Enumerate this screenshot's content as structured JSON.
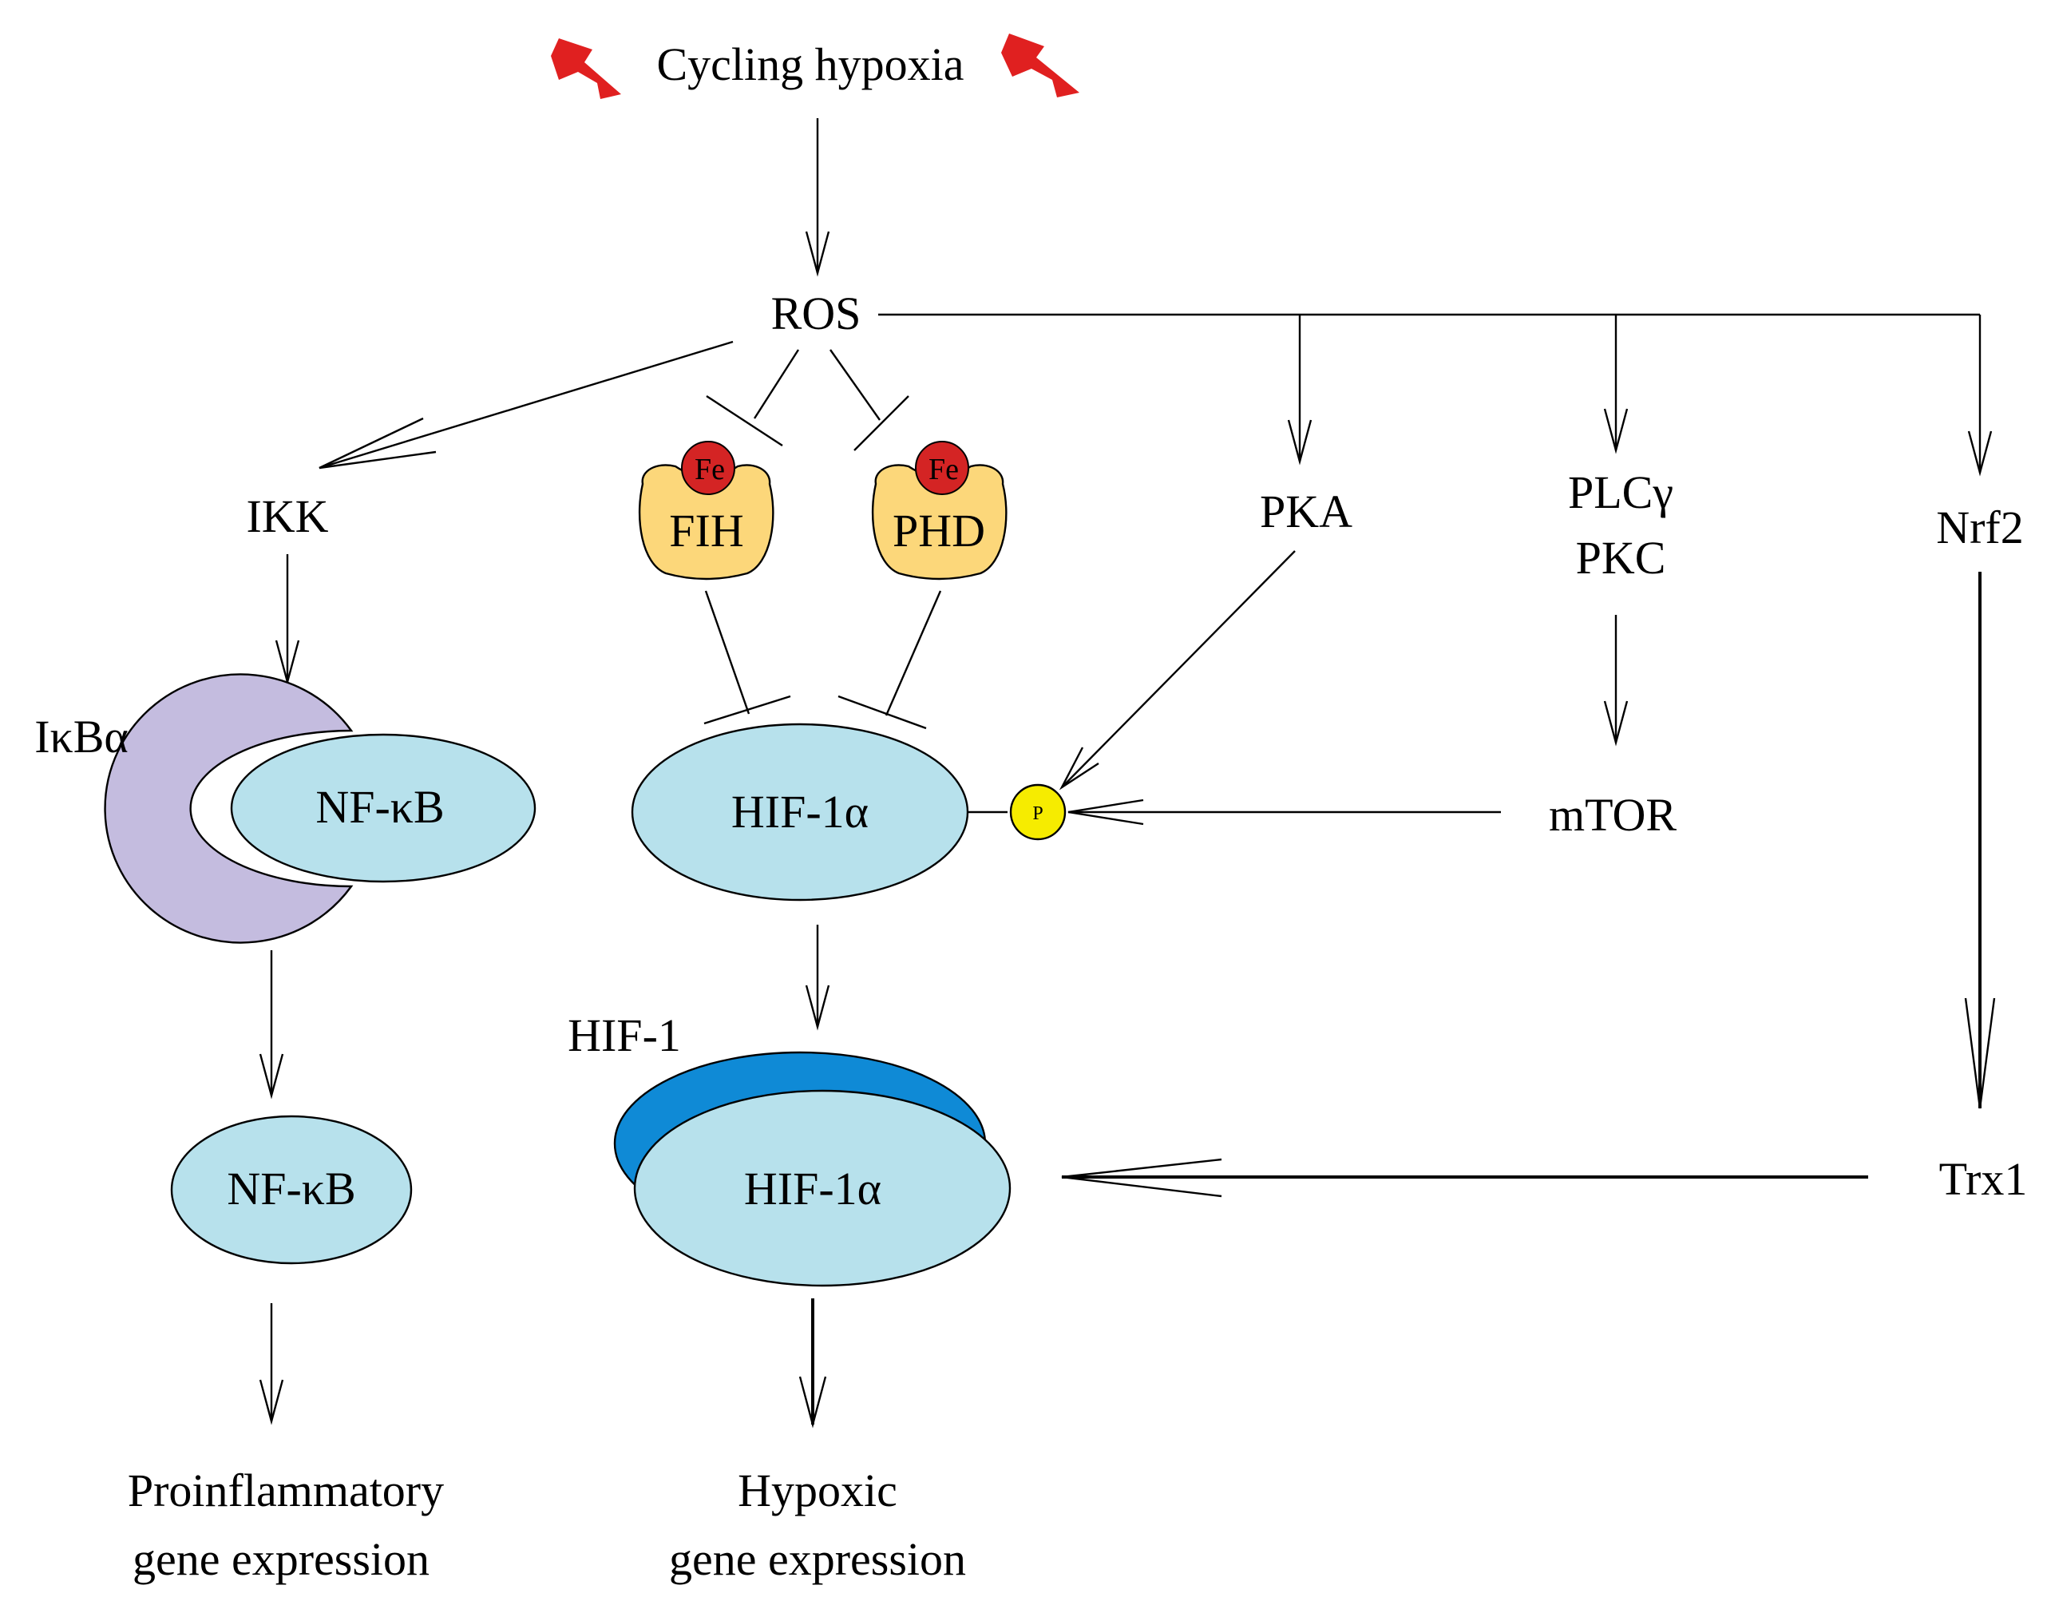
{
  "nodes": {
    "cycling_hypoxia": "Cycling hypoxia",
    "ros": "ROS",
    "ikk": "IKK",
    "fih": "FIH",
    "phd": "PHD",
    "fe": "Fe",
    "pka": "PKA",
    "plcg": "PLCγ",
    "pkc": "PKC",
    "nrf2": "Nrf2",
    "ikba": "IκBα",
    "nfkb_complex": "NF-κB",
    "hif1a_top": "HIF-1α",
    "p": "P",
    "mtor": "mTOR",
    "hif1": "HIF-1",
    "hif1a_bottom": "HIF-1α",
    "nfkb": "NF-κB",
    "trx1": "Trx1",
    "proinflammatory_line1": "Proinflammatory",
    "proinflammatory_line2": "gene expression",
    "hypoxic_line1": "Hypoxic",
    "hypoxic_line2": "gene expression"
  },
  "colors": {
    "light_blue": "#b7e1ec",
    "dark_blue": "#0f8ad6",
    "lavender": "#c4bcdf",
    "yellow_enzyme": "#fcd77a",
    "fe_red": "#d42424",
    "p_yellow": "#f6ec00",
    "lightning": "#e02020"
  },
  "icons": [
    "lightning-bolt-icon",
    "lightning-bolt-icon"
  ]
}
